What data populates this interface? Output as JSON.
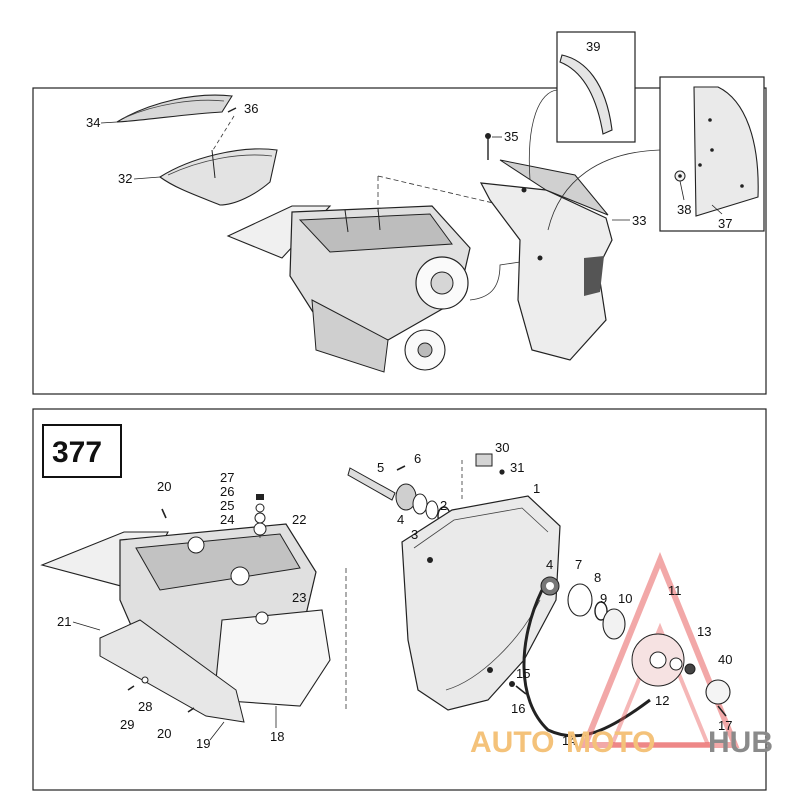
{
  "diagram": {
    "plate_number": "377",
    "watermark": {
      "word_auto": "AUTO",
      "word_moto": "MOTO",
      "word_hub": "HUB",
      "colors": {
        "triangle": "#e86060",
        "auto": "#f4c27a",
        "hub": "#8a8a8a"
      }
    },
    "callouts": {
      "top": [
        "39",
        "34",
        "36",
        "35",
        "32",
        "33",
        "38",
        "37"
      ],
      "bottom": [
        "30",
        "6",
        "5",
        "31",
        "2",
        "1",
        "27",
        "26",
        "25",
        "24",
        "20",
        "22",
        "4",
        "3",
        "4",
        "7",
        "8",
        "9",
        "10",
        "11",
        "23",
        "21",
        "13",
        "15",
        "40",
        "28",
        "16",
        "12",
        "29",
        "20",
        "19",
        "18",
        "17",
        "14"
      ]
    }
  }
}
